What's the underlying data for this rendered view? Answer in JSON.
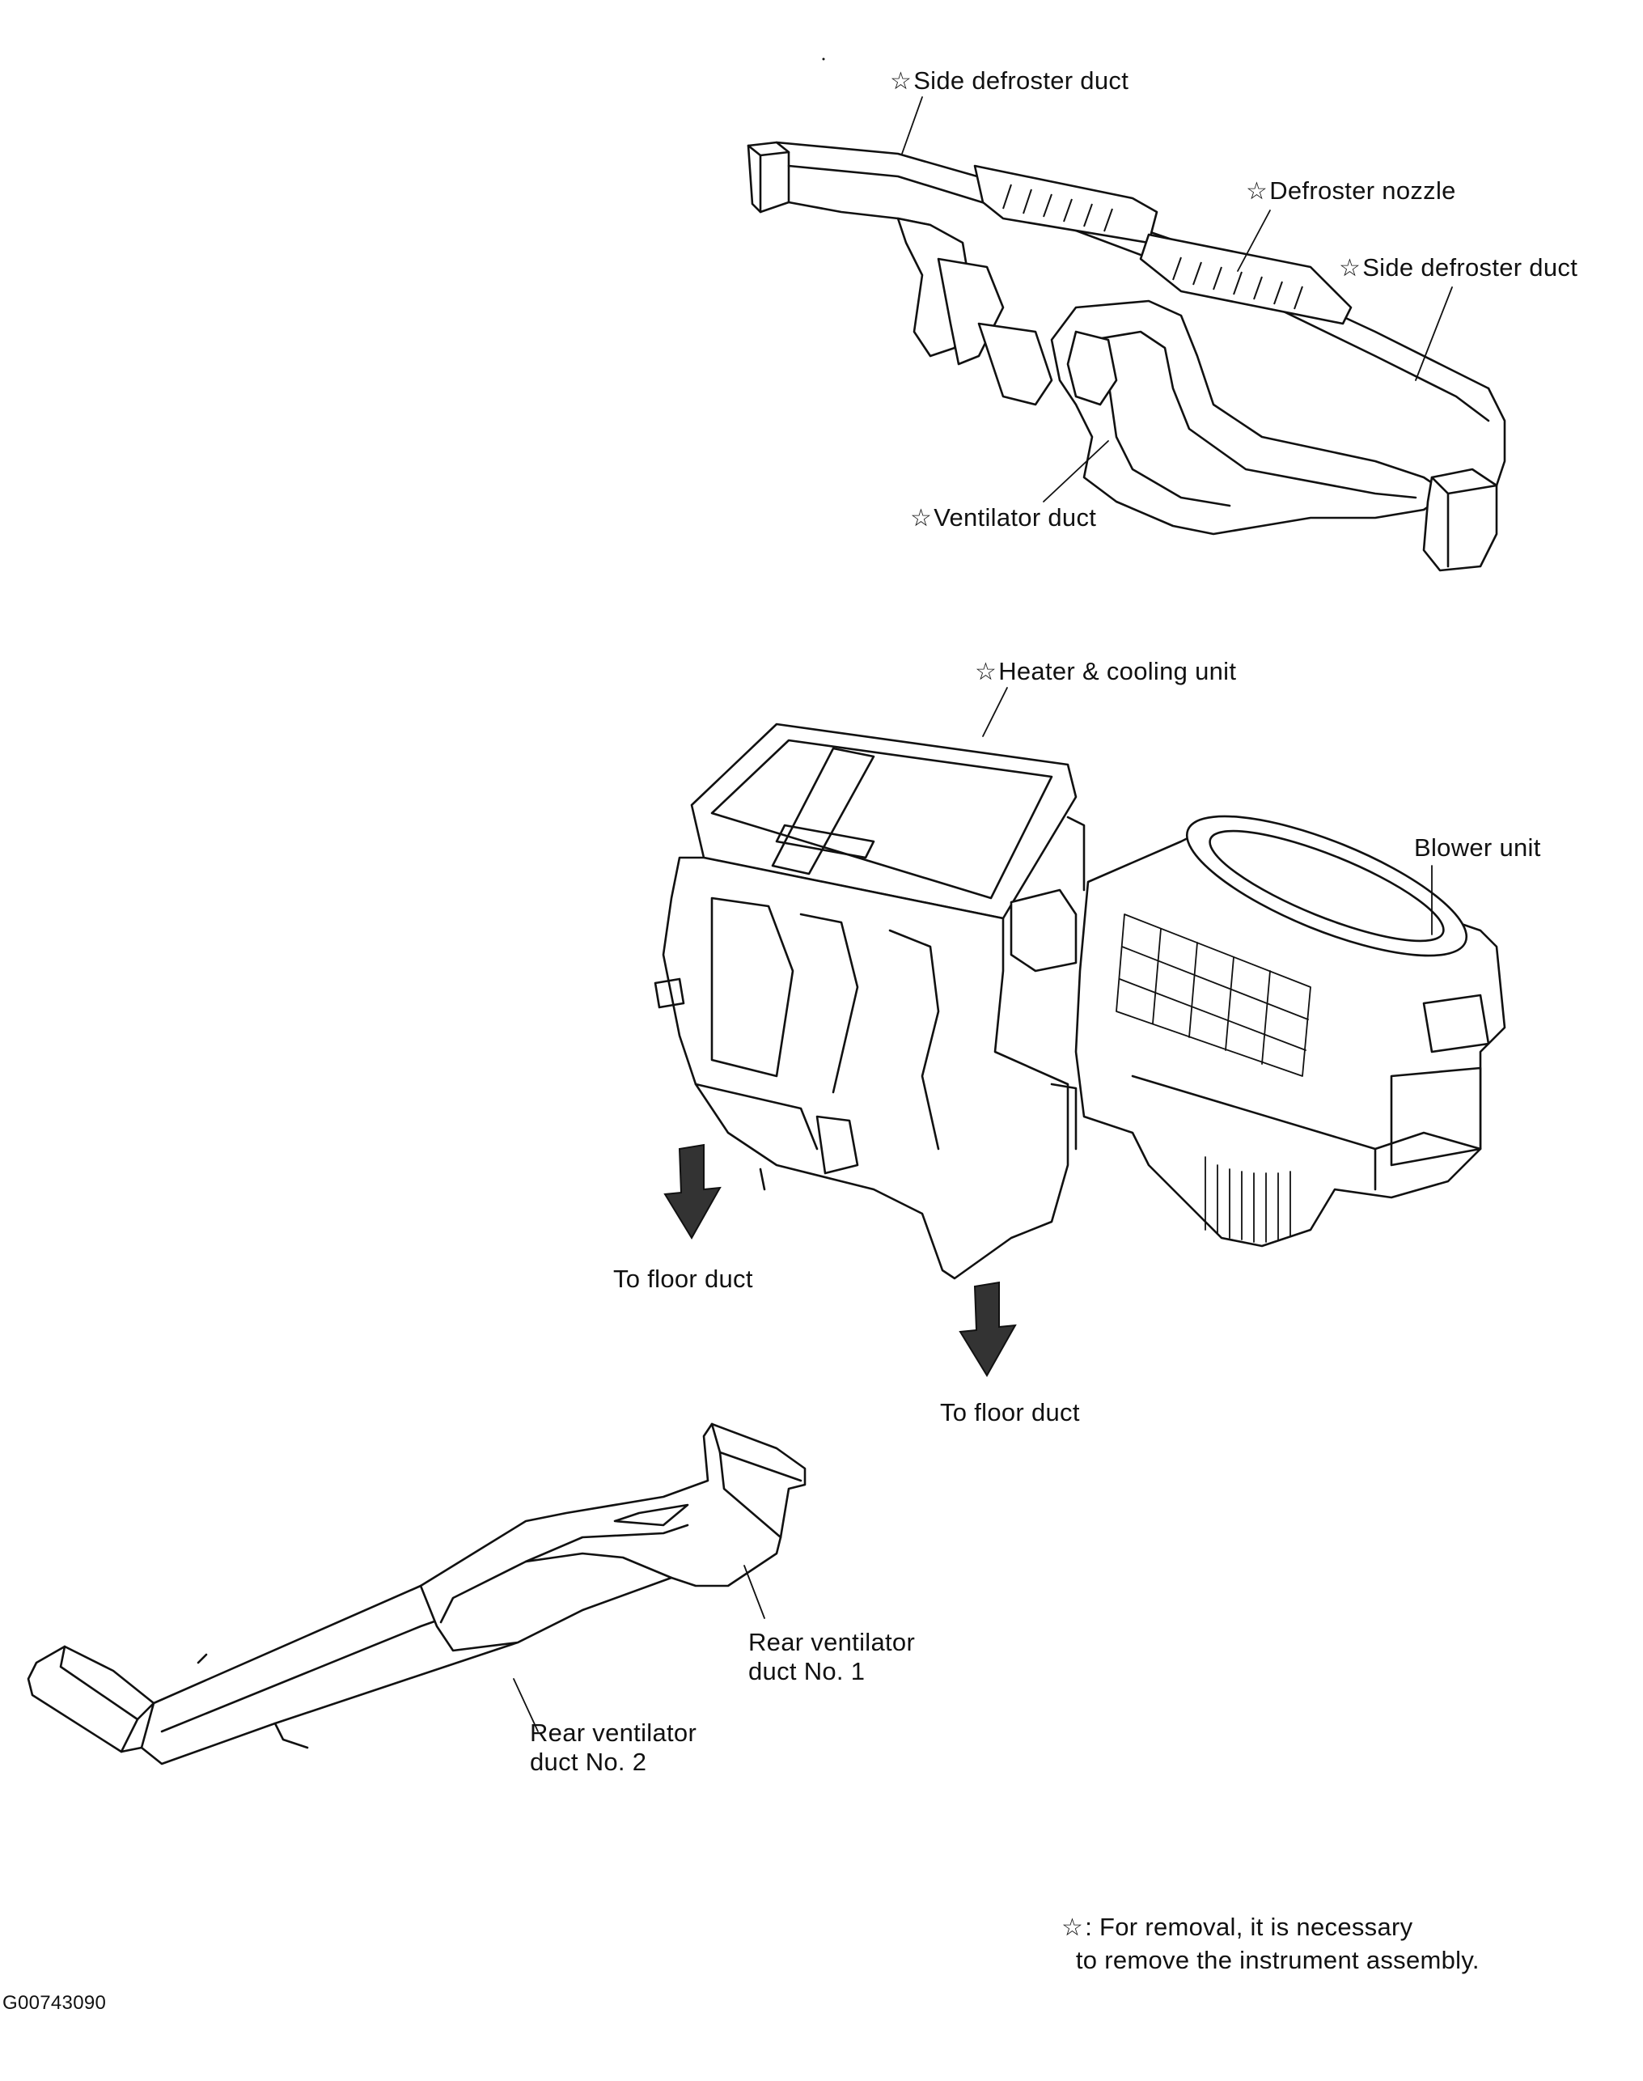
{
  "labels": {
    "side_defroster_duct_left": "Side defroster duct",
    "defroster_nozzle": "Defroster nozzle",
    "side_defroster_duct_right": "Side defroster duct",
    "ventilator_duct": "Ventilator duct",
    "heater_cooling_unit": "Heater & cooling unit",
    "blower_unit": "Blower unit",
    "to_floor_duct_1": "To floor duct",
    "to_floor_duct_2": "To floor duct",
    "rear_ventilator_duct_1": "Rear ventilator\nduct No. 1",
    "rear_ventilator_duct_2": "Rear ventilator\nduct No. 2"
  },
  "star_symbol": "☆",
  "note": {
    "symbol": "☆",
    "text": ": For removal, it is necessary\n  to remove the instrument assembly."
  },
  "figure_code": "G00743090",
  "icons": {
    "removal_marker": "star-outline-icon",
    "flow_arrow": "down-arrow-icon"
  }
}
